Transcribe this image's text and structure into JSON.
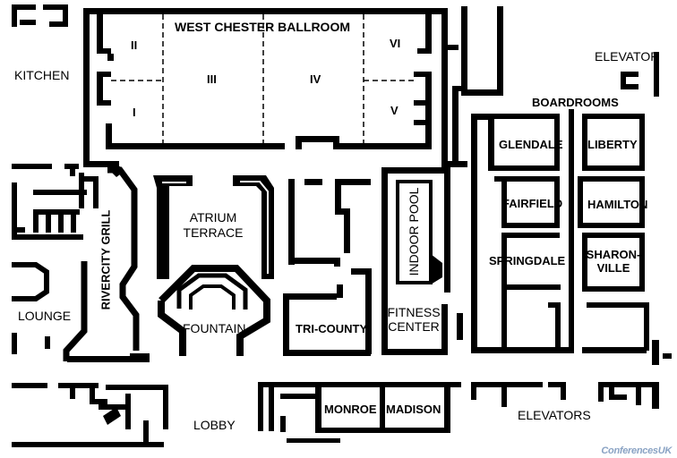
{
  "venue": {
    "labels": {
      "west_chester_ballroom": "WEST CHESTER BALLROOM",
      "section_ii": "II",
      "section_i": "I",
      "section_iii": "III",
      "section_iv": "IV",
      "section_vi": "VI",
      "section_v": "V",
      "kitchen": "KITCHEN",
      "elevator": "ELEVATOR",
      "boardrooms": "BOARDROOMS",
      "glendale": "GLENDALE",
      "liberty": "LIBERTY",
      "fairfield": "FAIRFIELD",
      "hamilton": "HAMILTON",
      "springdale": "SPRINGDALE",
      "sharonville_line1": "SHARON-",
      "sharonville_line2": "VILLE",
      "atrium_line1": "ATRIUM",
      "atrium_line2": "TERRACE",
      "fountain": "FOUNTAIN",
      "rivercity_grill": "RIVERCITY GRILL",
      "lounge": "LOUNGE",
      "indoor_pool": "INDOOR POOL",
      "fitness_line1": "FITNESS",
      "fitness_line2": "CENTER",
      "tri_county": "TRI-COUNTY",
      "monroe": "MONROE",
      "madison": "MADISON",
      "lobby": "LOBBY",
      "elevators": "ELEVATORS"
    },
    "logo_text": "ConferencesUK",
    "colors": {
      "wall": "#000000",
      "background": "#ffffff",
      "logo": "#8aa3c4"
    }
  }
}
